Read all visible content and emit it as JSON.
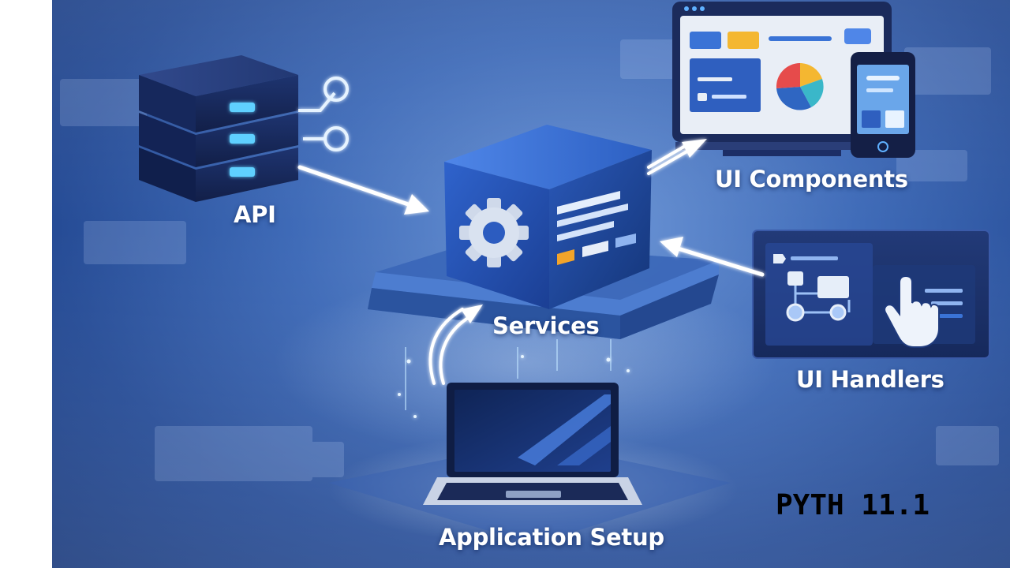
{
  "diagram": {
    "nodes": {
      "api": {
        "label": "API"
      },
      "services": {
        "label": "Services"
      },
      "ui_components": {
        "label": "UI Components"
      },
      "ui_handlers": {
        "label": "UI Handlers"
      },
      "application_setup": {
        "label": "Application Setup"
      }
    },
    "edges": [
      {
        "from": "api",
        "to": "services"
      },
      {
        "from": "services",
        "to": "ui_components"
      },
      {
        "from": "ui_handlers",
        "to": "services"
      },
      {
        "from": "application_setup",
        "to": "services"
      }
    ]
  },
  "course_code": "PYTH 11.1",
  "colors": {
    "accent_glow": "#bfe3ff",
    "cube_blue": "#2452b8",
    "pie_red": "#e64b4b",
    "pie_yellow": "#f4b731",
    "pie_blue": "#2f66c2",
    "pie_teal": "#3ab7c9",
    "tag_orange": "#f2a42a"
  },
  "icons": [
    "server-stack-icon",
    "gear-icon",
    "pie-chart-icon",
    "hand-pointer-icon",
    "laptop-icon",
    "monitor-icon",
    "phone-icon"
  ]
}
